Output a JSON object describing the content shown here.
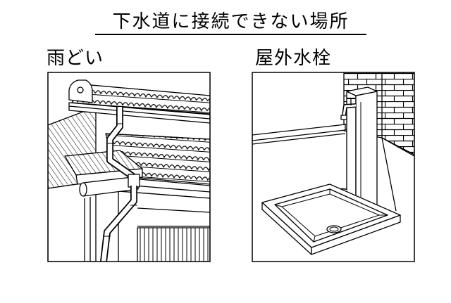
{
  "title": "下水道に接続できない場所",
  "panels": [
    {
      "label": "雨どい",
      "illustration": "rain-gutter"
    },
    {
      "label": "屋外水栓",
      "illustration": "outdoor-faucet"
    }
  ],
  "colors": {
    "line": "#000000",
    "background": "#ffffff"
  }
}
